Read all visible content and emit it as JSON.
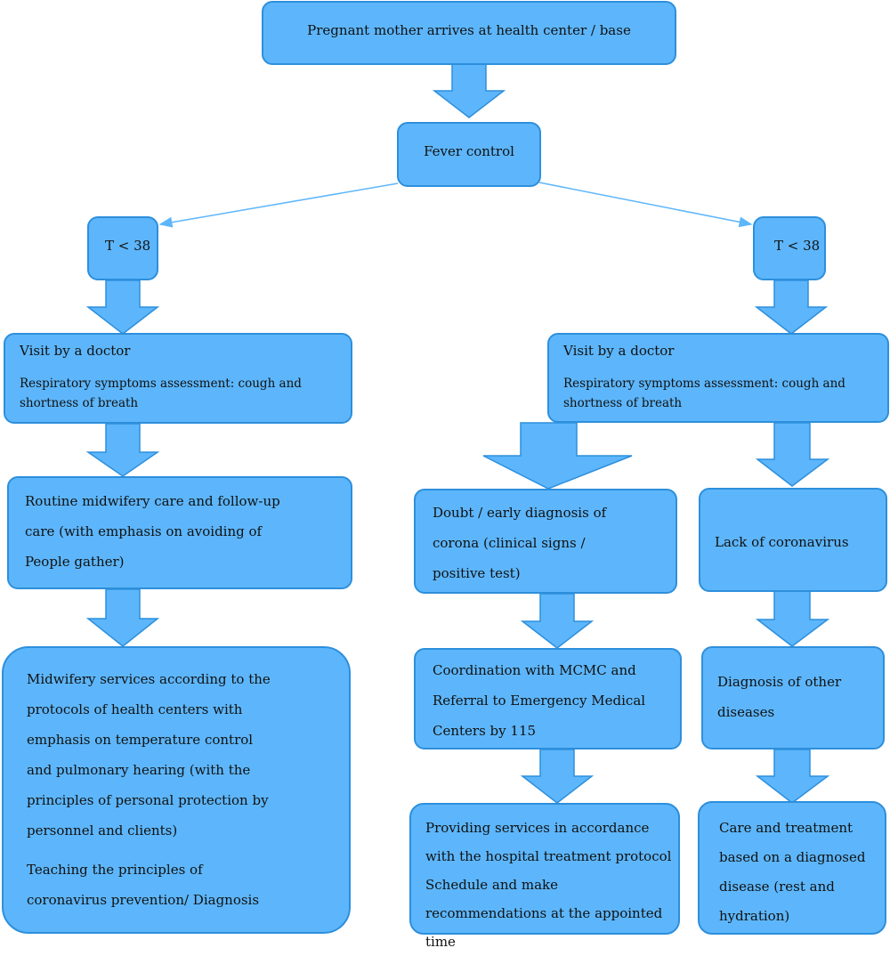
{
  "boxes": {
    "arrival": "Pregnant mother arrives at health center / base",
    "fever": "Fever control",
    "t_left": "T < 38",
    "t_right": "T < 38",
    "visit_left_title": "Visit by a doctor",
    "visit_left_desc": "Respiratory symptoms assessment: cough and shortness of breath",
    "visit_right_title": "Visit by a doctor",
    "visit_right_desc": "Respiratory symptoms assessment: cough and shortness of breath",
    "routine": "Routine midwifery care and follow-up care (with emphasis on avoiding of People gather)",
    "midwifery_services": "Midwifery services according to the protocols of health centers with emphasis on temperature control and pulmonary hearing (with the principles of personal protection by personnel and clients)",
    "teaching": "Teaching the principles of coronavirus prevention/ Diagnosis",
    "doubt": "Doubt / early diagnosis of corona (clinical signs / positive test)",
    "coordination": "Coordination with MCMC and Referral to Emergency Medical Centers by 115",
    "providing": "Providing services in accordance with the hospital treatment protocol Schedule and make recommendations at the appointed time",
    "lack": "Lack of coronavirus",
    "other_diseases": "Diagnosis of other diseases",
    "care": "Care and treatment based on a diagnosed disease (rest and hydration)"
  },
  "colors": {
    "box_fill": "#5db6fb",
    "box_border": "#2d8fdc",
    "arrow_fill": "#5db6fb",
    "line": "#5db6fb"
  }
}
